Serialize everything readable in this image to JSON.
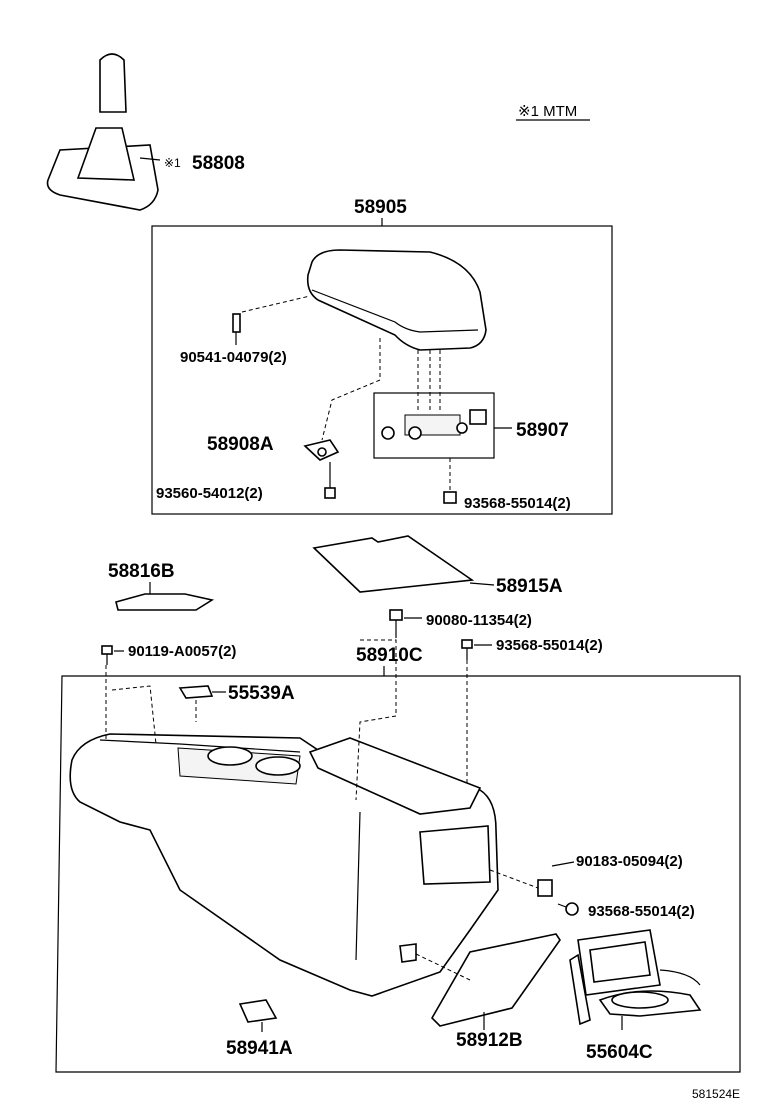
{
  "note": "※1 MTM",
  "figure_id": "581524E",
  "parts": {
    "p58808": "58808",
    "p58808_mark": "※1",
    "p58905": "58905",
    "p90541": "90541-04079(2)",
    "p58907": "58907",
    "p58908A": "58908A",
    "p93560": "93560-54012(2)",
    "p93568a": "93568-55014(2)",
    "p58816B": "58816B",
    "p58915A": "58915A",
    "p90080": "90080-11354(2)",
    "p90119": "90119-A0057(2)",
    "p58910C": "58910C",
    "p93568b": "93568-55014(2)",
    "p55539A": "55539A",
    "p90183": "90183-05094(2)",
    "p93568c": "93568-55014(2)",
    "p58941A": "58941A",
    "p58912B": "58912B",
    "p55604C": "55604C"
  }
}
